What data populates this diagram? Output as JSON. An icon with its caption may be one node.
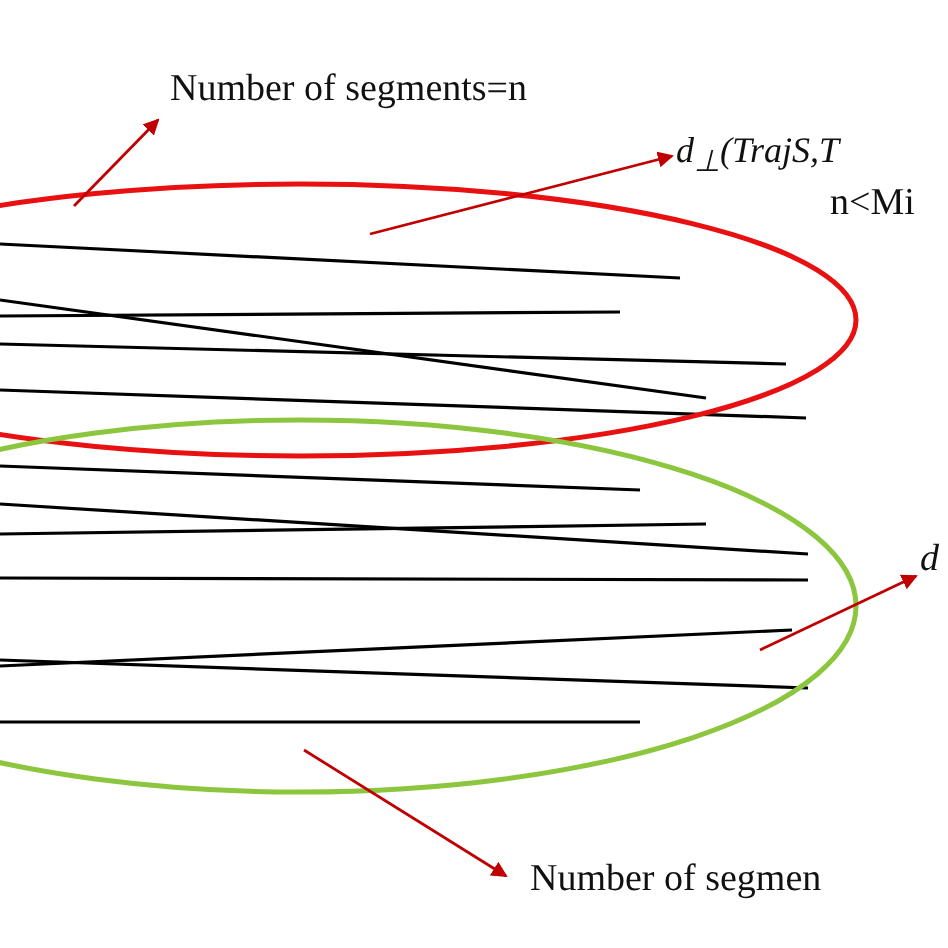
{
  "diagram": {
    "nodes": [
      {
        "text": [
          "Number of segments=n"
        ]
      },
      {
        "text": [
          "d$_{⊥}$(TrajS,T",
          "n<Mi"
        ]
      },
      {
        "text": [],
        "shape": "ellipse"
      },
      {
        "text": [],
        "shape": "ellipse"
      },
      {
        "text": [
          "d"
        ]
      },
      {
        "text": [
          "Number of segmen"
        ]
      }
    ],
    "edges": [
      {
        "from": 2,
        "to": 0,
        "arrow": "to"
      },
      {
        "from": 2,
        "to": 1,
        "arrow": "to"
      },
      {
        "from": 3,
        "to": 4,
        "arrow": "to"
      },
      {
        "from": 3,
        "to": 5,
        "arrow": "to"
      }
    ]
  }
}
